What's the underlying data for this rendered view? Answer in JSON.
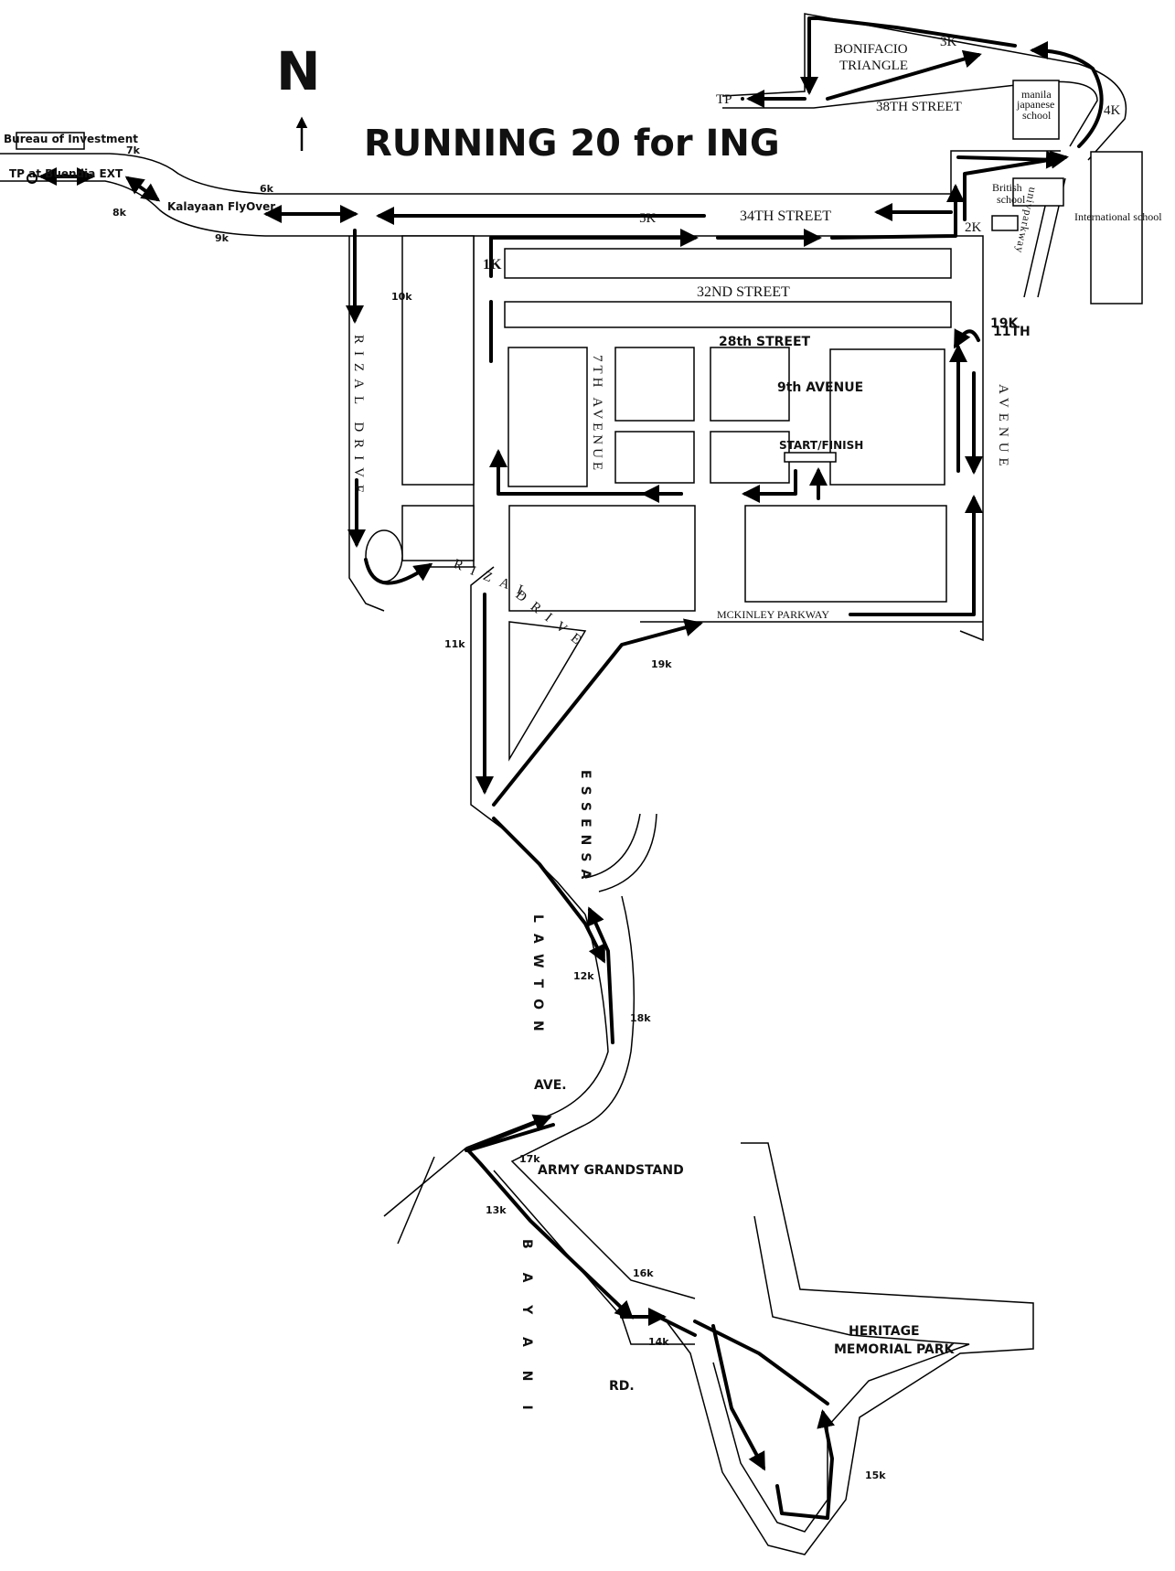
{
  "title": "RUNNING 20 for ING",
  "north_label": "N",
  "streets": {
    "s34th": "34TH STREET",
    "s32nd": "32ND STREET",
    "s28th": "28th STREET",
    "s38th": "38TH STREET",
    "ave9th": "9th AVENUE",
    "ave7th": "7TH AVENUE",
    "ave11th_top": "11TH",
    "ave11th_rest": "AVENUE",
    "rizal_drive": "RIZAL DRIVE",
    "rizal": "RIZAL",
    "drive": "DRIVE",
    "mckinley": "MCKINLEY PARKWAY",
    "essensa": "ESSENSA",
    "lawton": "LAWTON",
    "ave": "AVE.",
    "bayani": "BAYANI",
    "rd": "RD.",
    "univ_parkway": "univparkway"
  },
  "places": {
    "bureau": "Bureau of Investment",
    "tp_buendia": "TP at Buendia EXT",
    "kalayaan": "Kalayaan FlyOver",
    "tp": "TP",
    "bonifacio_1": "BONIFACIO",
    "bonifacio_2": "TRIANGLE",
    "mjs_1": "manila",
    "mjs_2": "japanese",
    "mjs_3": "school",
    "british_1": "British",
    "british_2": "school",
    "international": "International school",
    "start_finish": "START/FINISH",
    "army_grandstand": "ARMY GRANDSTAND",
    "heritage_1": "HERITAGE",
    "heritage_2": "MEMORIAL PARK"
  },
  "km_markers": {
    "k1": "1K",
    "k2": "2K",
    "k3": "3K",
    "k4": "4K",
    "k5": "5K",
    "k6": "6k",
    "k7": "7k",
    "k8": "8k",
    "k9": "9k",
    "k10": "10k",
    "k11": "11k",
    "k12": "12k",
    "k13": "13k",
    "k14": "14k",
    "k15": "15k",
    "k16": "16k",
    "k17": "17k",
    "k18": "18k",
    "k19": "19k",
    "k19b": "19K"
  }
}
